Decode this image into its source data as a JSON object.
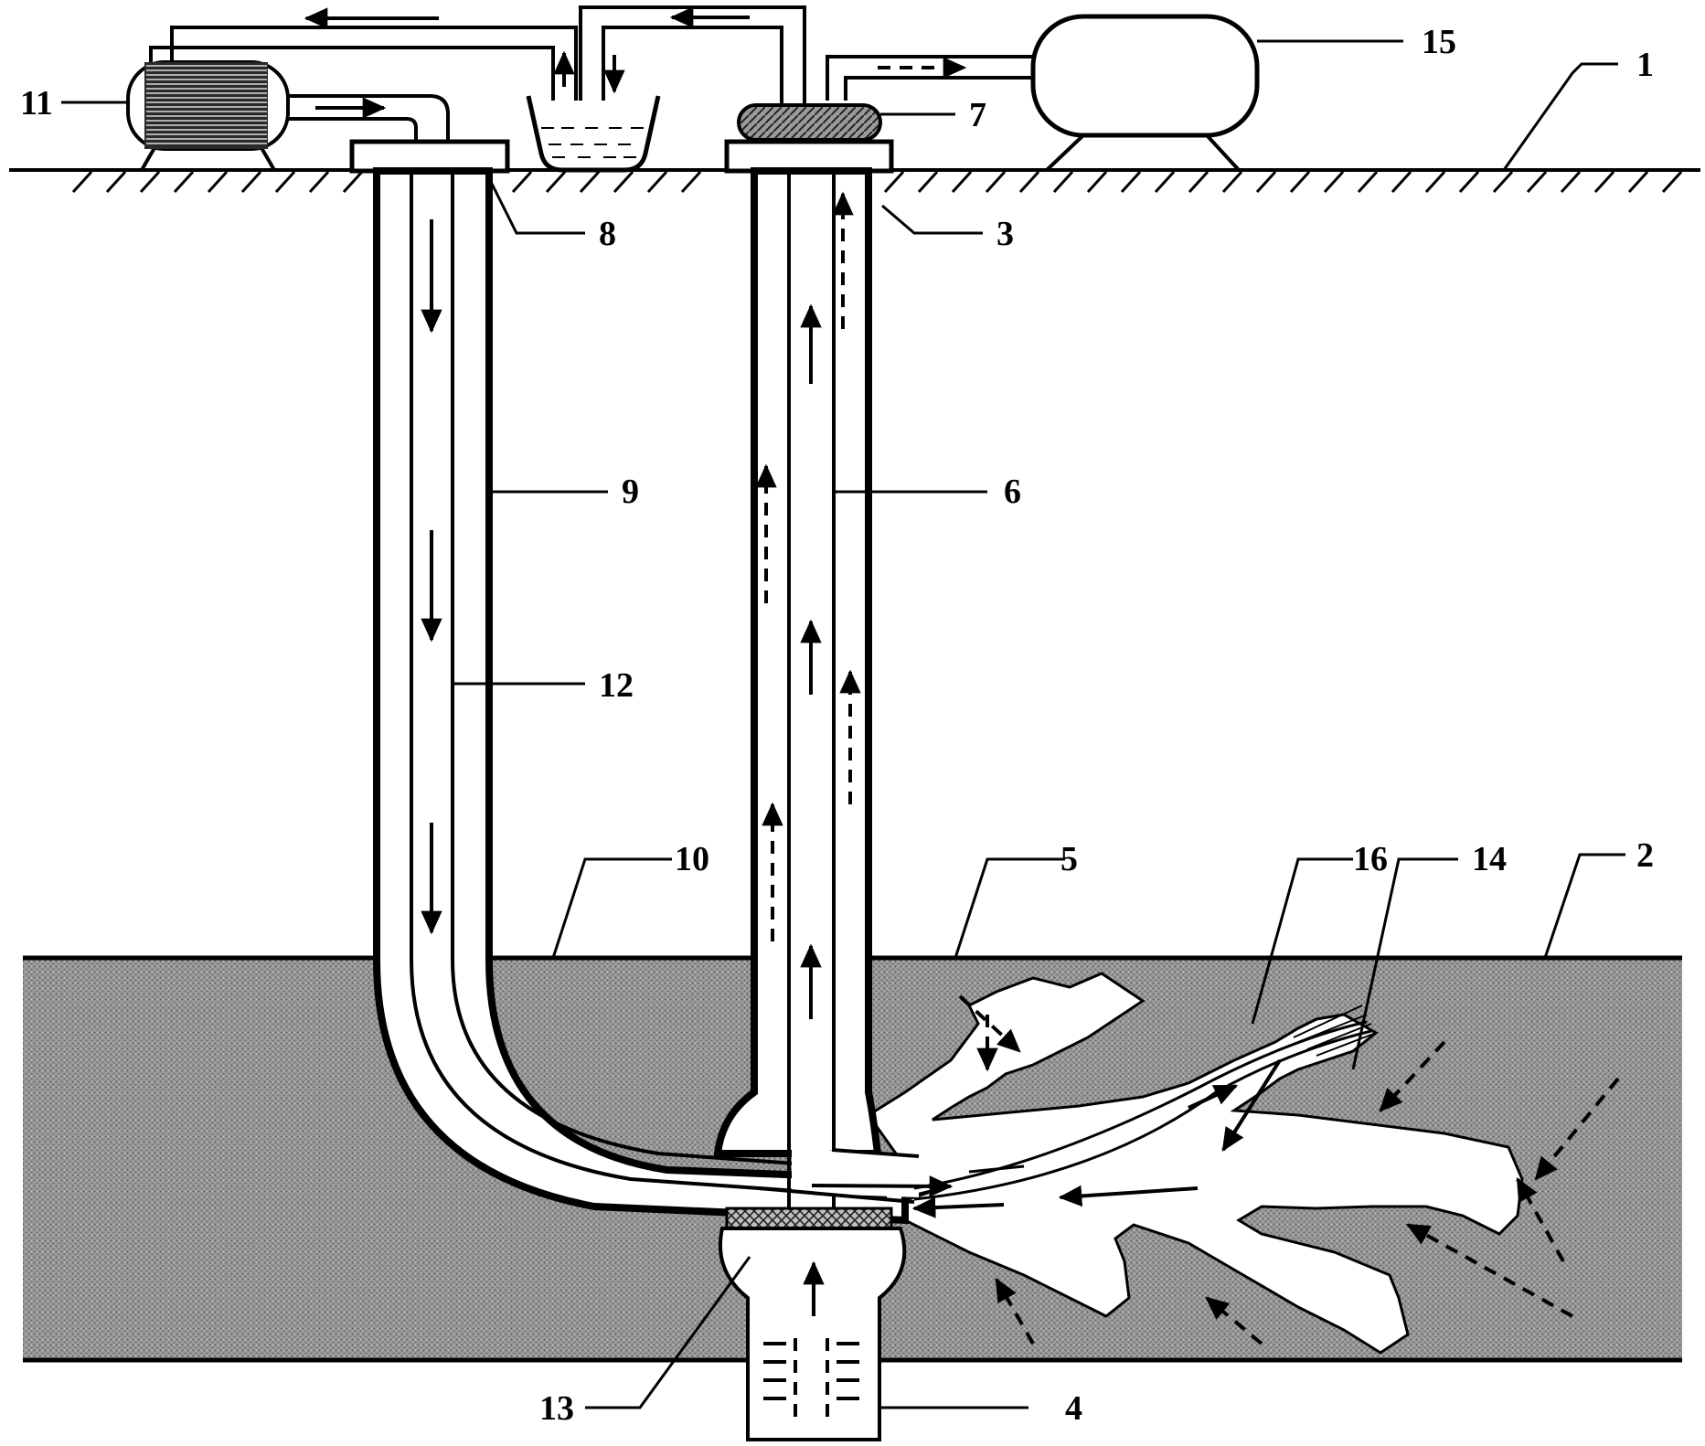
{
  "colors": {
    "line": "#000000",
    "coal_seam": "#8c8c8c",
    "background": "#ffffff"
  },
  "labels": {
    "l1": "1",
    "l2": "2",
    "l3": "3",
    "l4": "4",
    "l5": "5",
    "l6": "6",
    "l7": "7",
    "l8": "8",
    "l9": "9",
    "l10": "10",
    "l11": "11",
    "l12": "12",
    "l13": "13",
    "l14": "14",
    "l15": "15",
    "l16": "16"
  }
}
